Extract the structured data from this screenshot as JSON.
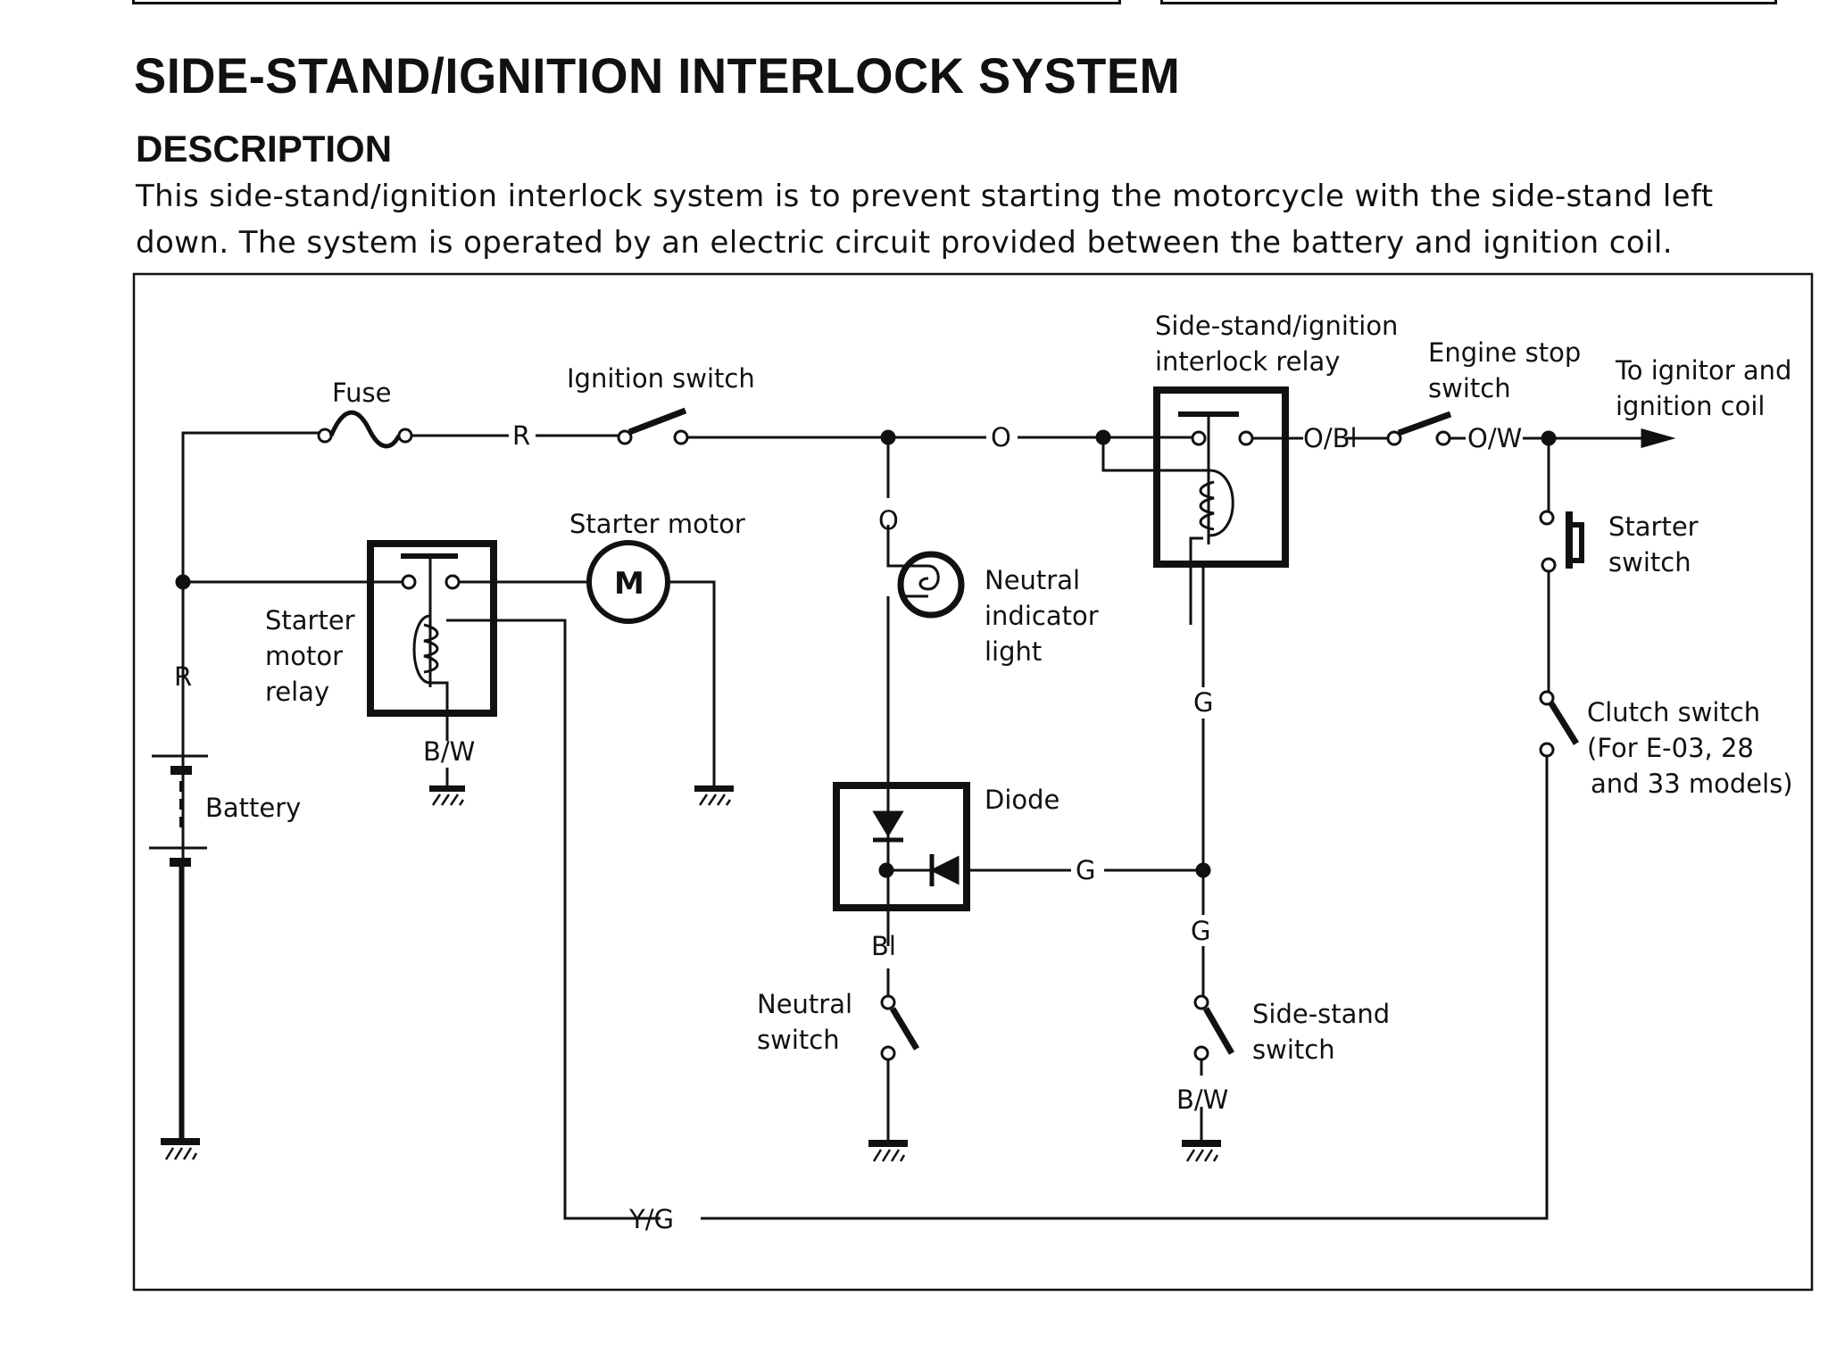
{
  "page": {
    "title": "SIDE-STAND/IGNITION INTERLOCK SYSTEM",
    "section_heading": "DESCRIPTION",
    "description": "This side-stand/ignition interlock system is to prevent starting the motorcycle with the side-stand left down. The system is operated by an electric circuit provided between the battery and ignition coil."
  },
  "diagram": {
    "components": {
      "fuse": "Fuse",
      "ignition_switch": "Ignition switch",
      "starter_motor": "Starter motor",
      "motor_symbol": "M",
      "starter_relay_l1": "Starter",
      "starter_relay_l2": "motor",
      "starter_relay_l3": "relay",
      "battery": "Battery",
      "interlock_relay_l1": "Side-stand/ignition",
      "interlock_relay_l2": "interlock relay",
      "engine_stop_l1": "Engine stop",
      "engine_stop_l2": "switch",
      "output_l1": "To ignitor and",
      "output_l2": "ignition coil",
      "starter_switch_l1": "Starter",
      "starter_switch_l2": "switch",
      "neutral_light_l1": "Neutral",
      "neutral_light_l2": "indicator",
      "neutral_light_l3": "light",
      "diode": "Diode",
      "clutch_l1": "Clutch switch",
      "clutch_l2": "(For E-03, 28",
      "clutch_l3": "and 33 models)",
      "neutral_switch_l1": "Neutral",
      "neutral_switch_l2": "switch",
      "sidestand_switch_l1": "Side-stand",
      "sidestand_switch_l2": "switch"
    },
    "wire_colors": {
      "fuse_to_ignition": "R",
      "battery_pos": "R",
      "ignition_to_relay": "O",
      "to_neutral_light": "O",
      "relay_to_stop": "O/Bl",
      "stop_out": "O/W",
      "relay_ground": "B/W",
      "relay_coil_to_diode": "G",
      "diode_to_junction": "G",
      "to_sidestand": "G",
      "diode_to_neutral_switch": "Bl",
      "sidestand_ground": "B/W",
      "starter_return": "Y/G"
    }
  }
}
